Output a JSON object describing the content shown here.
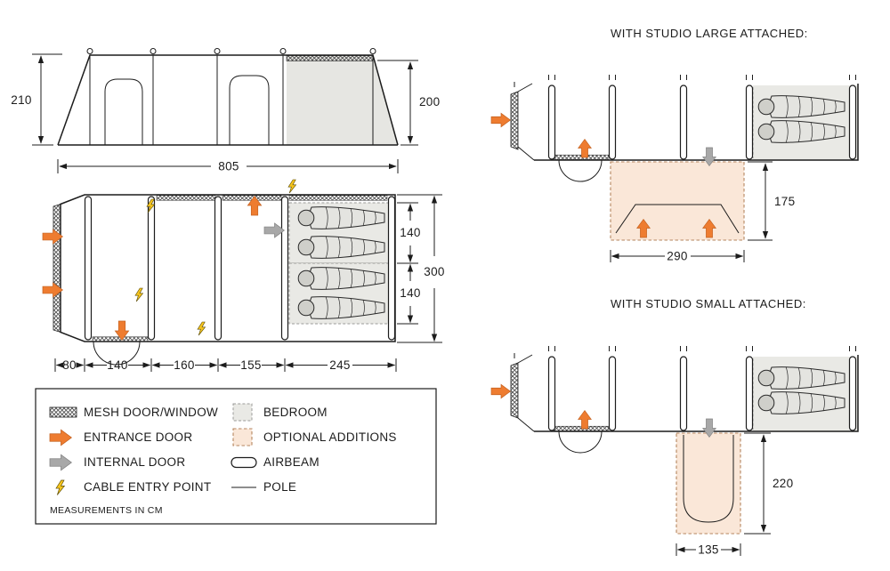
{
  "titles": {
    "studio_large": "WITH STUDIO LARGE ATTACHED:",
    "studio_small": "WITH STUDIO SMALL ATTACHED:"
  },
  "side_view": {
    "height_left": "210",
    "height_right": "200",
    "length": "805"
  },
  "floorplan": {
    "bedroom_depth_top": "140",
    "bedroom_depth_bottom": "140",
    "width_total": "300",
    "sections": [
      "80",
      "140",
      "160",
      "155",
      "245"
    ]
  },
  "studio_large": {
    "width": "290",
    "depth": "175"
  },
  "studio_small": {
    "width": "135",
    "depth": "220"
  },
  "legend": {
    "items_left": [
      {
        "icon": "mesh-swatch",
        "label": "MESH DOOR/WINDOW"
      },
      {
        "icon": "entrance-arrow",
        "label": "ENTRANCE DOOR"
      },
      {
        "icon": "internal-arrow",
        "label": "INTERNAL DOOR"
      },
      {
        "icon": "cable-bolt",
        "label": "CABLE ENTRY POINT"
      }
    ],
    "items_right": [
      {
        "icon": "bedroom-swatch",
        "label": "BEDROOM"
      },
      {
        "icon": "optional-swatch",
        "label": "OPTIONAL ADDITIONS"
      },
      {
        "icon": "airbeam-shape",
        "label": "AIRBEAM"
      },
      {
        "icon": "pole-line",
        "label": "POLE"
      }
    ],
    "note": "MEASUREMENTS IN CM"
  },
  "colors": {
    "entrance_arrow": "#ee7c30",
    "internal_arrow": "#a8a8a8",
    "cable_bolt": "#f6c51f",
    "bedroom_fill": "#e9e9e5",
    "optional_fill": "#fae7d8",
    "line": "#1c1c1c"
  }
}
